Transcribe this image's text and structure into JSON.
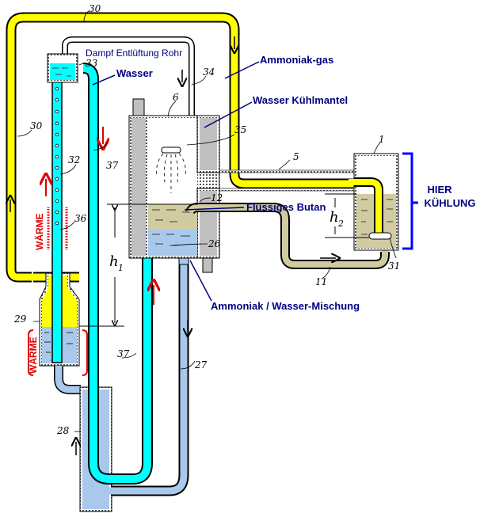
{
  "diagram": {
    "title": "Einstein-Szilard / Absorption refrigerator schematic",
    "colors": {
      "ammonia_gas": "#ffff00",
      "water": "#00ffff",
      "butane": "#d0cca0",
      "mixture": "#a8c8ec",
      "jacket": "#c0c0c0",
      "label": "#000080",
      "heat": "#e00000",
      "bracket": "#0000ff"
    },
    "labels": {
      "vent_pipe": "Dampf Entlüftung Rohr",
      "water": "Wasser",
      "ammonia_gas": "Ammoniak-gas",
      "cooling_jacket": "Wasser Kühlmantel",
      "liquid_butane": "Flüssiges Butan",
      "mixture": "Ammoniak / Wasser-Mischung",
      "cooling_here_line1": "HIER",
      "cooling_here_line2": "KÜHLUNG",
      "heat_upper": "WÄRME",
      "heat_lower": "WÄRME",
      "h1": "h",
      "h1_sub": "1",
      "h2": "h",
      "h2_sub": "2"
    },
    "part_numbers": {
      "p30_top": "30",
      "p30_left": "30",
      "p33": "33",
      "p34": "34",
      "p6": "6",
      "p35": "35",
      "p5": "5",
      "p1": "1",
      "p32": "32",
      "p37_top": "37",
      "p37_mid": "37",
      "p36": "36",
      "p12": "12",
      "p26": "26",
      "p31": "31",
      "p11": "11",
      "p29": "29",
      "p27": "27",
      "p28": "28"
    }
  }
}
